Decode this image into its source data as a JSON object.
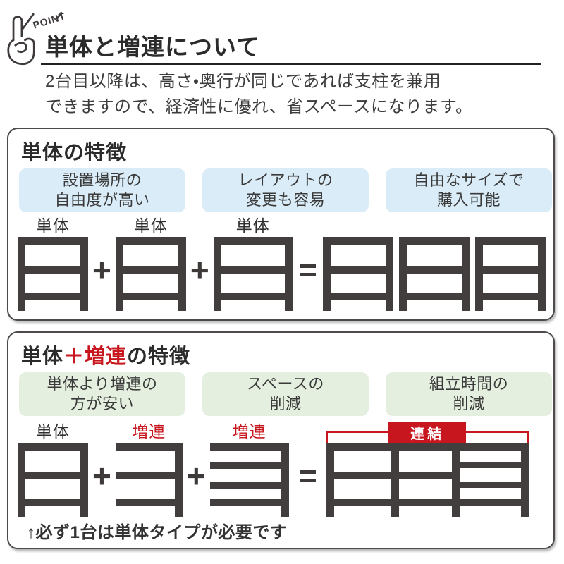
{
  "header": {
    "point_label": "POINT",
    "title": "単体と増連について",
    "description_lines": [
      "2台目以降は、高さ・奥行が同じであれば支柱を兼用",
      "できますので、経済性に優れ、省スペースになります。"
    ]
  },
  "symbols": {
    "plus": "+",
    "equals": "="
  },
  "colors": {
    "accent_red": "#c8161e",
    "pill_blue": "#d9ecf7",
    "pill_green": "#e5efdf",
    "shelf_dark": "#423e3d"
  },
  "section_standalone": {
    "title": "単体の特徴",
    "pills": [
      {
        "line1": "設置場所の",
        "line2": "自由度が高い"
      },
      {
        "line1": "レイアウトの",
        "line2": "変更も容易"
      },
      {
        "line1": "自由なサイズで",
        "line2": "購入可能"
      }
    ],
    "unit_labels": [
      "単体",
      "単体",
      "単体"
    ]
  },
  "section_addon": {
    "title_part1": "単体",
    "title_part2": "＋増連",
    "title_part3": "の特徴",
    "pills": [
      {
        "line1": "単体より増連の",
        "line2": "方が安い"
      },
      {
        "line1": "スペースの",
        "line2": "削減"
      },
      {
        "line1": "組立時間の",
        "line2": "削減"
      }
    ],
    "unit_labels": [
      "単体",
      "増連",
      "増連"
    ],
    "connector_label": "連結",
    "note": "↑必ず1台は単体タイプが必要です"
  }
}
